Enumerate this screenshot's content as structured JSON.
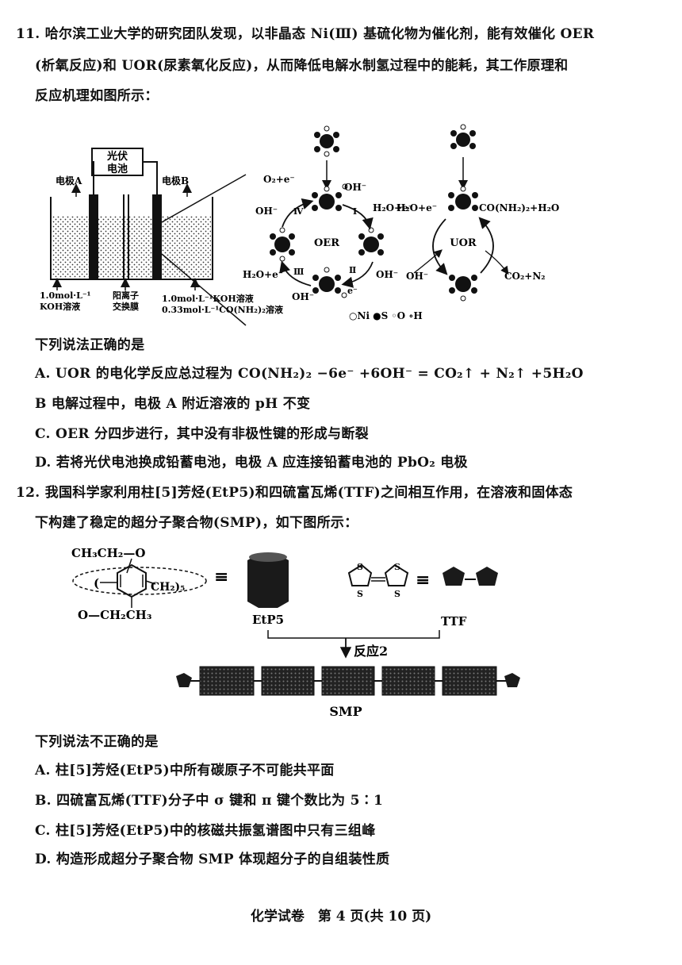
{
  "q11": {
    "line1": "11. 哈尔滨工业大学的研究团队发现，以非晶态 Ni(Ⅲ) 基硫化物为催化剂，能有效催化 OER",
    "line2": "(析氧反应)和 UOR(尿素氧化反应)，从而降低电解水制氢过程中的能耗，其工作原理和",
    "line3": "反应机理如图所示：",
    "diagram": {
      "pv_top": "光伏",
      "pv_bottom": "电池",
      "electrode_a": "电极A",
      "electrode_b": "电极B",
      "left_solution_1": "1.0mol·L⁻¹",
      "left_solution_2": "KOH溶液",
      "membrane_1": "阳离子",
      "membrane_2": "交换膜",
      "right_solution_1": "1.0mol·L⁻¹KOH溶液",
      "right_solution_2": "0.33mol·L⁻¹CO(NH₂)₂溶液",
      "oer": "OER",
      "uor": "UOR",
      "step1": "Ⅰ",
      "step2": "Ⅱ",
      "step3": "Ⅲ",
      "step4": "Ⅳ",
      "o2_label": "O₂+e⁻",
      "oh_top": "OH⁻",
      "oh_left": "OH⁻",
      "oh_right": "OH⁻",
      "oh_bottom": "OH⁻",
      "h2o_left": "H₂O+e⁻",
      "h2o_mid": "H₂O+e⁻",
      "h2o_mid2": "H₂O+e⁻",
      "e_minus": "e⁻",
      "urea_label": "CO(NH₂)₂+H₂O",
      "oh_uor": "OH⁻",
      "co2_n2": "CO₂+N₂",
      "legend": "○Ni  ●S  ◦O  ∘H"
    },
    "prompt": "下列说法正确的是",
    "options": [
      "A. UOR 的电化学反应总过程为 CO(NH₂)₂ −6e⁻ +6OH⁻ = CO₂↑ + N₂↑ +5H₂O",
      "B 电解过程中，电极 A 附近溶液的 pH 不变",
      "C. OER 分四步进行，其中没有非极性键的形成与断裂",
      "D. 若将光伏电池换成铅蓄电池，电极 A 应连接铅蓄电池的 PbO₂ 电极"
    ]
  },
  "q12": {
    "line1": "12. 我国科学家利用柱[5]芳烃(EtP5)和四硫富瓦烯(TTF)之间相互作用，在溶液和固体态",
    "line2": "下构建了稳定的超分子聚合物(SMP)，如下图所示：",
    "diagram": {
      "ethoxy_top": "CH₃CH₂—O",
      "ethoxy_bottom": "O—CH₂CH₃",
      "ch2_5": "CH₂)₅",
      "equiv1": "≡",
      "equiv2": "≡",
      "s_label": "S",
      "etp5": "EtP5",
      "ttf": "TTF",
      "reaction": "反应2",
      "smp": "SMP"
    },
    "prompt": "下列说法不正确的是",
    "options": [
      "A. 柱[5]芳烃(EtP5)中所有碳原子不可能共平面",
      "B. 四硫富瓦烯(TTF)分子中 σ 键和 π 键个数比为 5∶1",
      "C. 柱[5]芳烃(EtP5)中的核磁共振氢谱图中只有三组峰",
      "D. 构造形成超分子聚合物 SMP 体现超分子的自组装性质"
    ]
  },
  "footer": "化学试卷　第 4 页(共 10 页)"
}
